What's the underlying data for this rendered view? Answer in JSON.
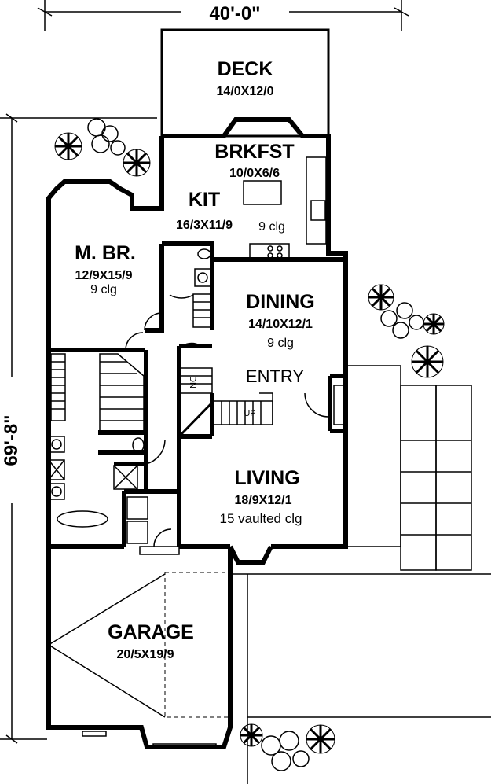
{
  "dimensions": {
    "width": "40'-0\"",
    "depth": "69'-8\""
  },
  "rooms": {
    "deck": {
      "name": "DECK",
      "size": "14/0X12/0"
    },
    "brkfst": {
      "name": "BRKFST",
      "size": "10/0X6/6"
    },
    "kit": {
      "name": "KIT",
      "size": "16/3X11/9",
      "note": "9 clg"
    },
    "mbr": {
      "name": "M. BR.",
      "size": "12/9X15/9",
      "note": "9 clg"
    },
    "dining": {
      "name": "DINING",
      "size": "14/10X12/1",
      "note": "9 clg"
    },
    "entry": {
      "name": "ENTRY"
    },
    "living": {
      "name": "LIVING",
      "size": "18/9X12/1",
      "note": "15 vaulted clg"
    },
    "garage": {
      "name": "GARAGE",
      "size": "20/5X19/9"
    }
  },
  "stairs": {
    "down": "DN",
    "up": "UP"
  }
}
